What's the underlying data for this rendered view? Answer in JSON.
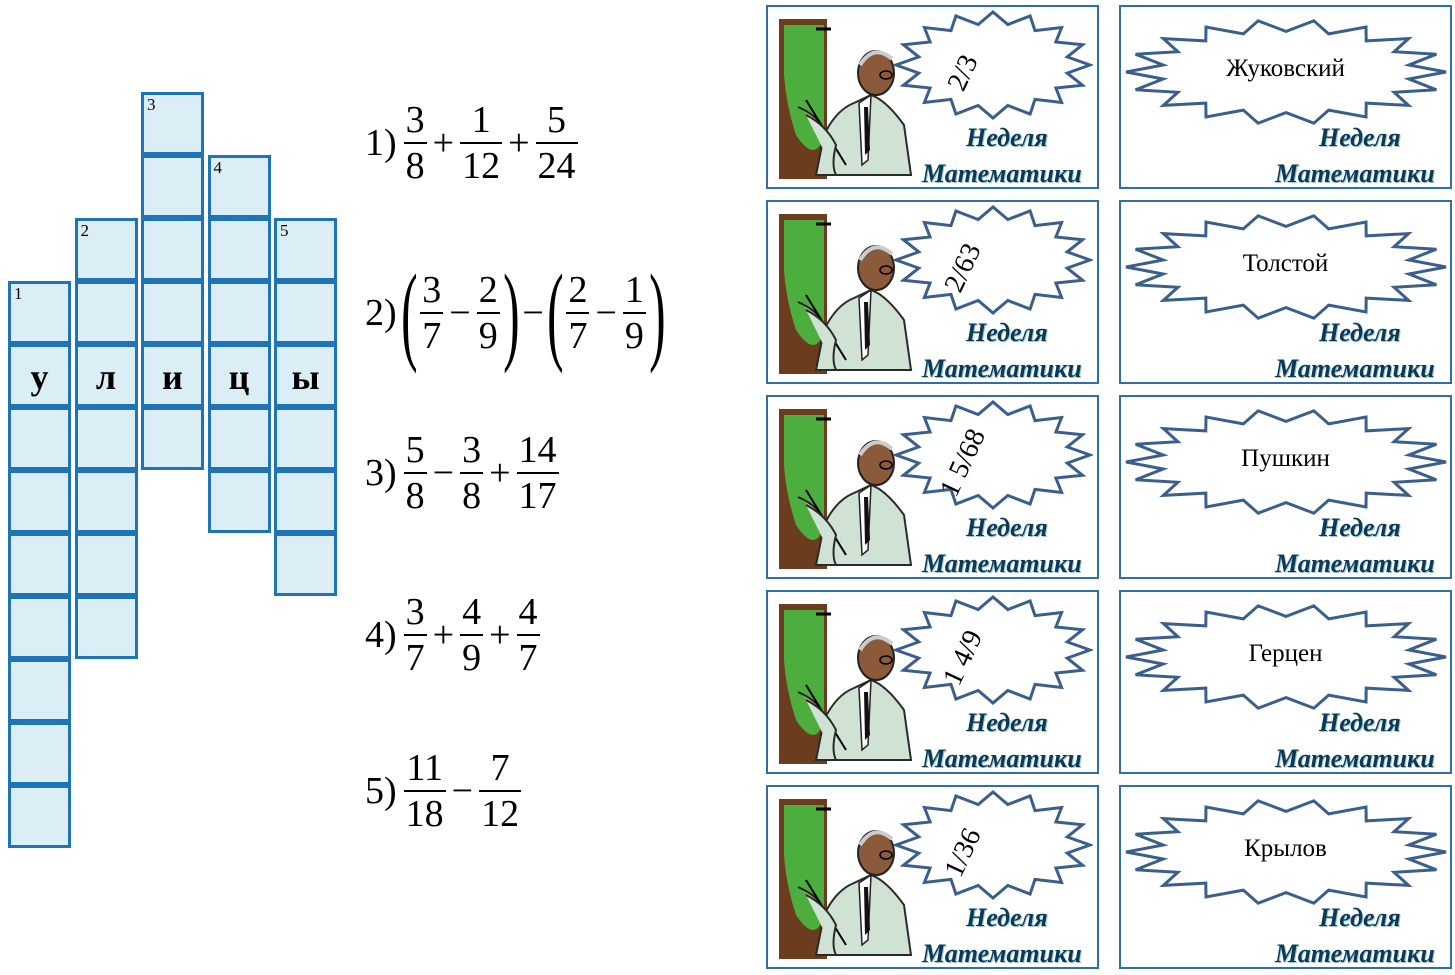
{
  "crossword": {
    "cells": [
      {
        "col": 2,
        "row": 0,
        "num": "3"
      },
      {
        "col": 2,
        "row": 1
      },
      {
        "col": 3,
        "row": 1,
        "num": "4"
      },
      {
        "col": 1,
        "row": 2,
        "num": "2"
      },
      {
        "col": 2,
        "row": 2
      },
      {
        "col": 3,
        "row": 2
      },
      {
        "col": 4,
        "row": 2,
        "num": "5"
      },
      {
        "col": 0,
        "row": 3,
        "num": "1"
      },
      {
        "col": 1,
        "row": 3
      },
      {
        "col": 2,
        "row": 3
      },
      {
        "col": 3,
        "row": 3
      },
      {
        "col": 4,
        "row": 3
      },
      {
        "col": 0,
        "row": 4,
        "letter": "у"
      },
      {
        "col": 1,
        "row": 4,
        "letter": "л"
      },
      {
        "col": 2,
        "row": 4,
        "letter": "и"
      },
      {
        "col": 3,
        "row": 4,
        "letter": "ц"
      },
      {
        "col": 4,
        "row": 4,
        "letter": "ы"
      },
      {
        "col": 0,
        "row": 5
      },
      {
        "col": 1,
        "row": 5
      },
      {
        "col": 2,
        "row": 5
      },
      {
        "col": 3,
        "row": 5
      },
      {
        "col": 4,
        "row": 5
      },
      {
        "col": 0,
        "row": 6
      },
      {
        "col": 1,
        "row": 6
      },
      {
        "col": 3,
        "row": 6
      },
      {
        "col": 4,
        "row": 6
      },
      {
        "col": 0,
        "row": 7
      },
      {
        "col": 1,
        "row": 7
      },
      {
        "col": 4,
        "row": 7
      },
      {
        "col": 0,
        "row": 8
      },
      {
        "col": 1,
        "row": 8
      },
      {
        "col": 0,
        "row": 9
      },
      {
        "col": 0,
        "row": 10
      },
      {
        "col": 0,
        "row": 11
      }
    ]
  },
  "expressions": [
    {
      "label": "1)",
      "parts": [
        {
          "n": "3",
          "d": "8"
        },
        "+",
        {
          "n": "1",
          "d": "12"
        },
        "+",
        {
          "n": "5",
          "d": "24"
        }
      ]
    },
    {
      "label": "2)",
      "parts": [
        "(",
        {
          "n": "3",
          "d": "7"
        },
        "−",
        {
          "n": "2",
          "d": "9"
        },
        ")",
        "−",
        "(",
        {
          "n": "2",
          "d": "7"
        },
        "−",
        {
          "n": "1",
          "d": "9"
        },
        ")"
      ]
    },
    {
      "label": "3)",
      "parts": [
        {
          "n": "5",
          "d": "8"
        },
        "−",
        {
          "n": "3",
          "d": "8"
        },
        "+",
        {
          "n": "14",
          "d": "17"
        }
      ]
    },
    {
      "label": "4)",
      "parts": [
        {
          "n": "3",
          "d": "7"
        },
        "+",
        {
          "n": "4",
          "d": "9"
        },
        "+",
        {
          "n": "4",
          "d": "7"
        }
      ]
    },
    {
      "label": "5)",
      "parts": [
        {
          "n": "11",
          "d": "18"
        },
        "−",
        {
          "n": "7",
          "d": "12"
        }
      ]
    }
  ],
  "cards": {
    "title_line1": "Неделя",
    "title_line2": "Математики",
    "answers": [
      "2/3",
      "2/63",
      "1 5/68",
      "1 4/9",
      "1/36"
    ],
    "names": [
      "Жуковский",
      "Толстой",
      "Пушкин",
      "Герцен",
      "Крылов"
    ]
  },
  "colors": {
    "grid_border": "#1f74b8",
    "grid_fill": "#dbeef6",
    "burst_stroke": "#3a5f8c",
    "card_border": "#2f6fa7",
    "board_green": "#4cae3c",
    "title_color": "#0b3a55"
  }
}
